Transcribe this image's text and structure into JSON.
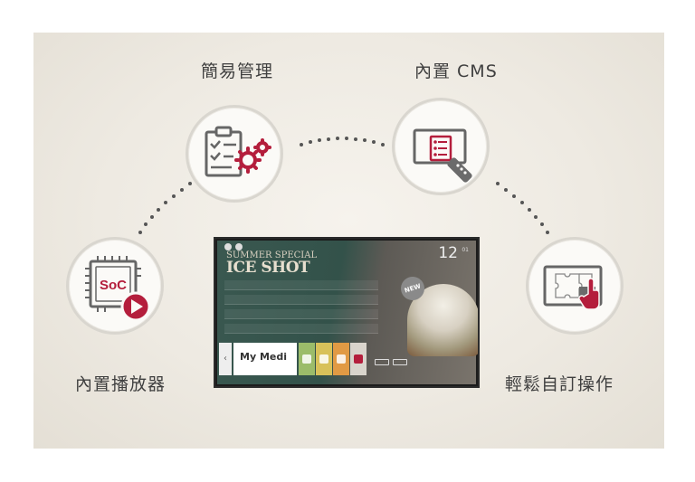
{
  "features": {
    "easy_management": "簡易管理",
    "built_in_cms": "內置 CMS",
    "built_in_player": "內置播放器",
    "customizable_operation": "輕鬆自訂操作",
    "soc_label": "SoC"
  },
  "tv": {
    "title_small": "SUMMER SPECIAL",
    "title_large": "ICE SHOT",
    "time": "12",
    "time_minutes": "01",
    "badge": "NEW",
    "my_media": "My Medi",
    "back_glyph": "‹"
  },
  "colors": {
    "accent_red": "#b41e3c",
    "icon_gray": "#6b6b6b"
  },
  "icons": [
    "checklist-gears-icon",
    "remote-screen-icon",
    "soc-play-icon",
    "puzzle-touch-icon"
  ]
}
